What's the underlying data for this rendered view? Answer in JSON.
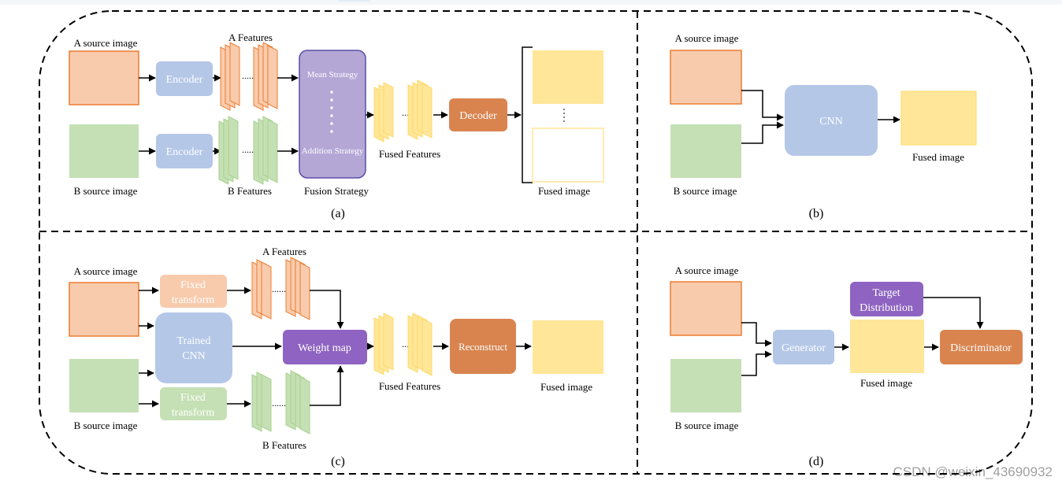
{
  "colors": {
    "a_source": "#f8cbad",
    "a_source_border": "#ed7d31",
    "b_source": "#c5e0b4",
    "b_source_border": "#70ad47",
    "encoder": "#b4c7e7",
    "fusion": "#b4a7d6",
    "fused": "#ffe699",
    "fused_border": "#ffd966",
    "decoder": "#d9844f",
    "weight": "#8e63c1"
  },
  "panel_a": {
    "caption": "(a)",
    "a_source_label": "A source image",
    "b_source_label": "B source image",
    "encoder_top": "Encoder",
    "encoder_bottom": "Encoder",
    "a_features_label": "A Features",
    "b_features_label": "B  Features",
    "mean_strategy": "Mean Strategy",
    "addition_strategy": "Addition Strategy",
    "fusion_strategy_label": "Fusion Strategy",
    "fused_features_label": "Fused Features",
    "decoder": "Decoder",
    "fused_image_label": "Fused image"
  },
  "panel_b": {
    "caption": "(b)",
    "a_source_label": "A source image",
    "b_source_label": "B source image",
    "cnn": "CNN",
    "fused_image_label": "Fused image"
  },
  "panel_c": {
    "caption": "(c)",
    "a_source_label": "A source image",
    "b_source_label": "B source image",
    "fixed_top_1": "Fixed",
    "fixed_top_2": "transform",
    "trained_1": "Trained",
    "trained_2": "CNN",
    "fixed_bottom_1": "Fixed",
    "fixed_bottom_2": "transform",
    "a_features_label": "A Features",
    "b_features_label": "B Features",
    "weight_map": "Weight map",
    "fused_features_label": "Fused Features",
    "reconstruct": "Reconstruct",
    "fused_image_label": "Fused image"
  },
  "panel_d": {
    "caption": "(d)",
    "a_source_label": "A source image",
    "b_source_label": "B source image",
    "generator": "Generator",
    "target_1": "Target",
    "target_2": "Distribution",
    "discriminator": "Discriminator",
    "fused_image_label": "Fused image"
  },
  "watermark": "CSDN @weixin_43690932"
}
